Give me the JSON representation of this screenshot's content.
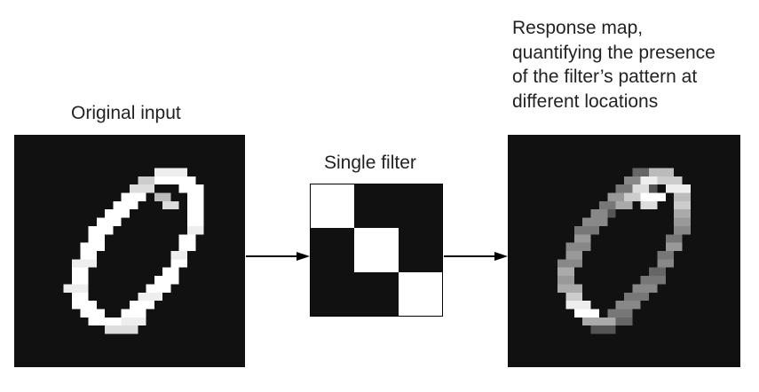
{
  "labels": {
    "original_input": "Original input",
    "single_filter": "Single filter",
    "response_lines": [
      "Response map,",
      "quantifying the presence",
      "of the filter’s pattern at",
      "different locations"
    ]
  },
  "filter": {
    "cells": [
      1,
      0,
      0,
      0,
      1,
      0,
      0,
      0,
      1
    ]
  },
  "colors": {
    "panel_background": "#111111",
    "foreground": "#ffffff",
    "arrow": "#000000"
  }
}
